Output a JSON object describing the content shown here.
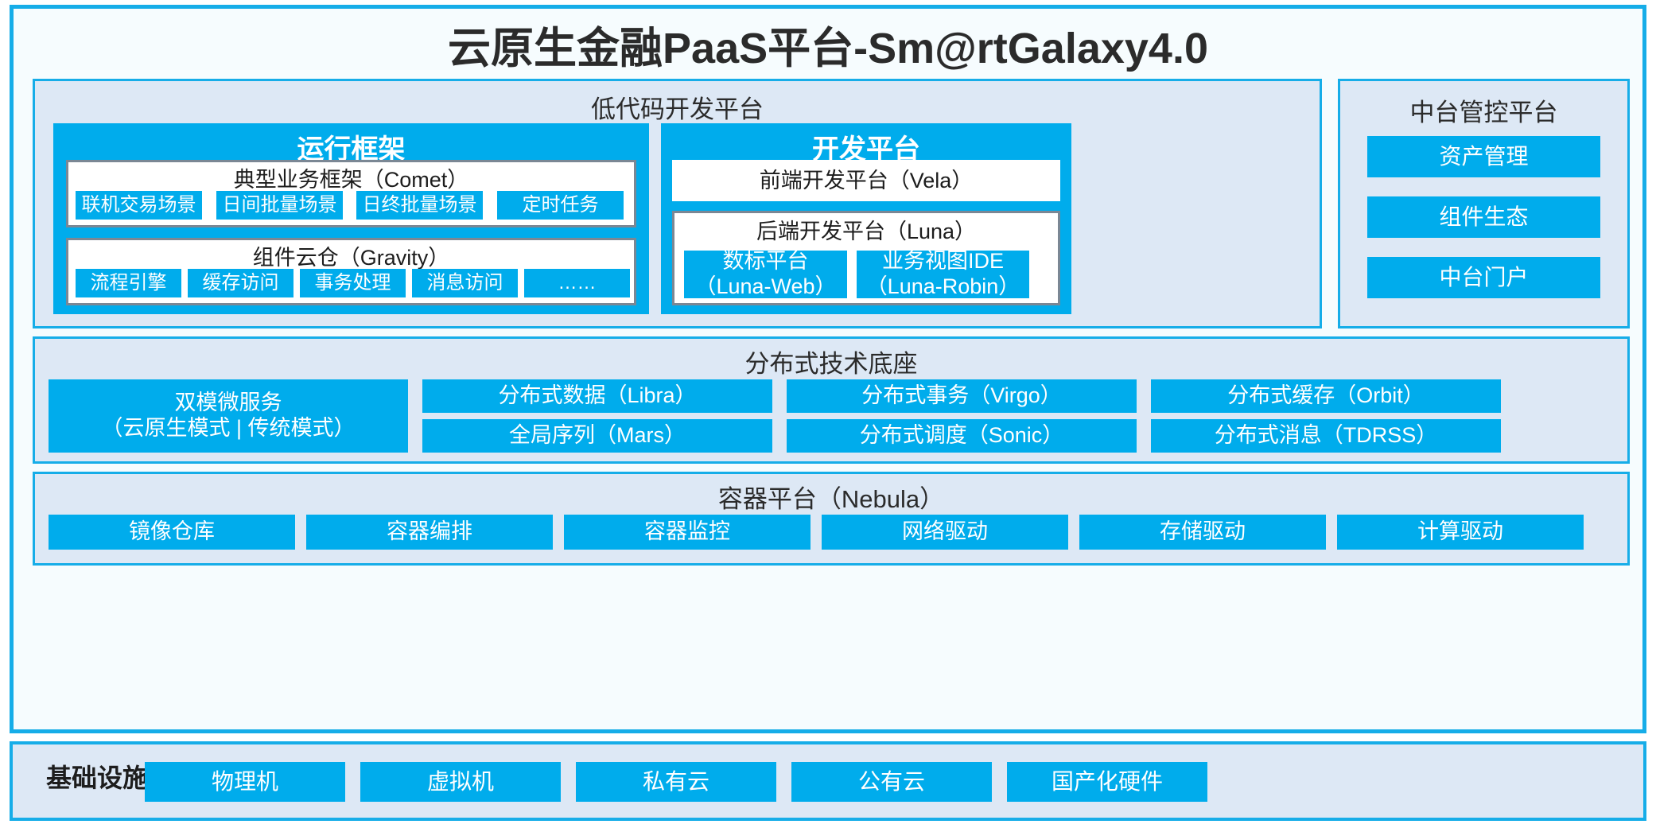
{
  "title": "云原生金融PaaS平台-Sm@rtGalaxy4.0",
  "colors": {
    "accent": "#00acec",
    "panel_bg": "#dde8f5",
    "panel_border": "#16ade8",
    "card_border": "#7b8794",
    "page_bg": "#f6fcfe",
    "text_dark": "#2b2b2b"
  },
  "lowcode": {
    "title": "低代码开发平台",
    "runtime": {
      "title": "运行框架",
      "comet": {
        "title": "典型业务框架（Comet）",
        "items": [
          "联机交易场景",
          "日间批量场景",
          "日终批量场景",
          "定时任务"
        ]
      },
      "gravity": {
        "title": "组件云仓（Gravity）",
        "items": [
          "流程引擎",
          "缓存访问",
          "事务处理",
          "消息访问",
          "……"
        ]
      }
    },
    "devplatform": {
      "title": "开发平台",
      "frontend": "前端开发平台（Vela）",
      "backend": {
        "title": "后端开发平台（Luna）",
        "items": [
          {
            "line1": "数标平台",
            "line2": "（Luna-Web）"
          },
          {
            "line1": "业务视图IDE",
            "line2": "（Luna-Robin）"
          }
        ]
      }
    }
  },
  "console": {
    "title": "中台管控平台",
    "items": [
      "资产管理",
      "组件生态",
      "中台门户"
    ]
  },
  "distributed": {
    "title": "分布式技术底座",
    "microservice": {
      "line1": "双模微服务",
      "line2": "（云原生模式 | 传统模式）"
    },
    "grid": [
      [
        "分布式数据（Libra）",
        "分布式事务（Virgo）",
        "分布式缓存（Orbit）"
      ],
      [
        "全局序列（Mars）",
        "分布式调度（Sonic）",
        "分布式消息（TDRSS）"
      ]
    ]
  },
  "container": {
    "title": "容器平台（Nebula）",
    "items": [
      "镜像仓库",
      "容器编排",
      "容器监控",
      "网络驱动",
      "存储驱动",
      "计算驱动"
    ]
  },
  "infrastructure": {
    "label": "基础设施",
    "items": [
      "物理机",
      "虚拟机",
      "私有云",
      "公有云",
      "国产化硬件"
    ]
  }
}
